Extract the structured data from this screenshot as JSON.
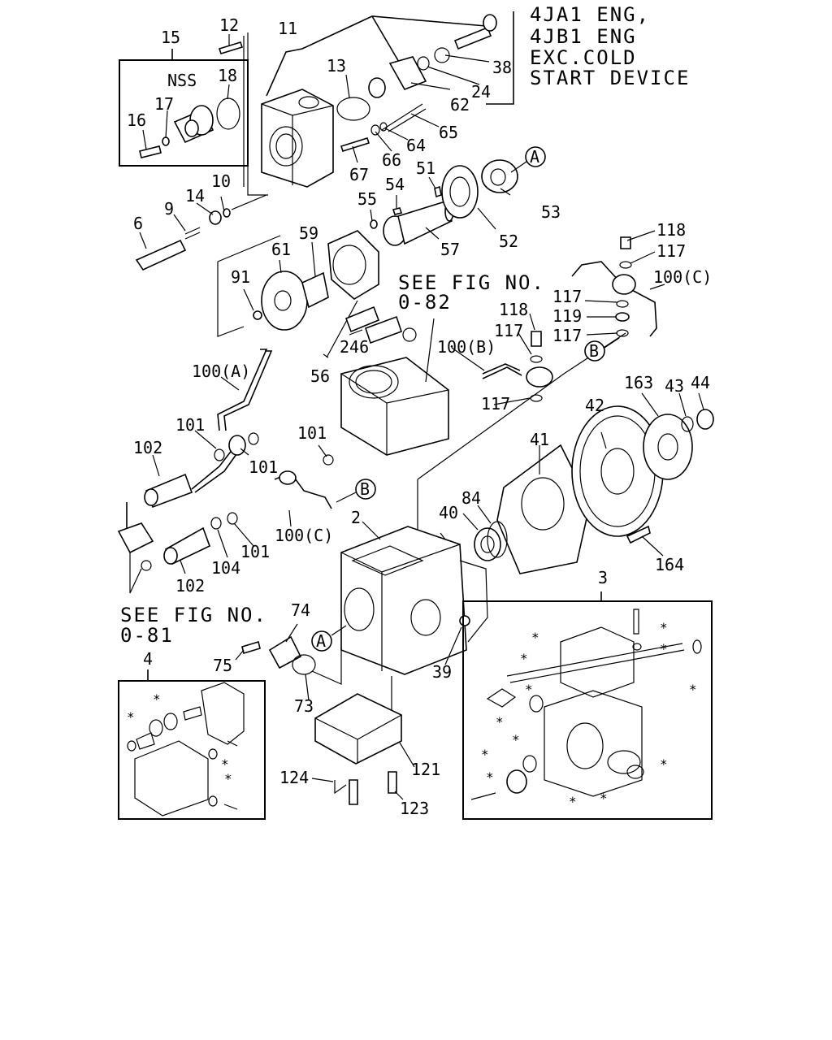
{
  "header_note": [
    "4JA1 ENG,",
    "4JB1 ENG",
    "EXC.COLD",
    "START DEVICE"
  ],
  "references": {
    "fig_082": [
      "SEE FIG NO.",
      "0-82"
    ],
    "fig_081": [
      "SEE FIG NO.",
      "0-81"
    ]
  },
  "nss_label": "NSS",
  "markers": [
    "A",
    "B"
  ],
  "asterisk": "*",
  "part_numbers": {
    "p15": "15",
    "p12": "12",
    "p11": "11",
    "p18": "18",
    "p17": "17",
    "p16": "16",
    "p13": "13",
    "p38": "38",
    "p24": "24",
    "p62": "62",
    "p65": "65",
    "p64": "64",
    "p66": "66",
    "p67": "67",
    "p10": "10",
    "p14": "14",
    "p9": "9",
    "p6": "6",
    "p55": "55",
    "p54": "54",
    "p51": "51",
    "p52": "52",
    "p53": "53",
    "p57": "57",
    "p59": "59",
    "p61": "61",
    "p91": "91",
    "p246": "246",
    "p56": "56",
    "p118a": "118",
    "p117a": "117",
    "p100c_top": "100(C)",
    "p117b": "117",
    "p119": "119",
    "p117c": "117",
    "p118b": "118",
    "p117d": "117",
    "p100b": "100(B)",
    "p117e": "117",
    "p100a": "100(A)",
    "p101a": "101",
    "p101b": "101",
    "p101c": "101",
    "p101d": "101",
    "p102a": "102",
    "p102b": "102",
    "p104": "104",
    "p100c_low": "100(C)",
    "p163": "163",
    "p43": "43",
    "p44": "44",
    "p42": "42",
    "p41": "41",
    "p40": "40",
    "p84": "84",
    "p2": "2",
    "p164": "164",
    "p74": "74",
    "p75": "75",
    "p73": "73",
    "p39": "39",
    "p3": "3",
    "p4": "4",
    "p121": "121",
    "p124": "124",
    "p123": "123"
  }
}
